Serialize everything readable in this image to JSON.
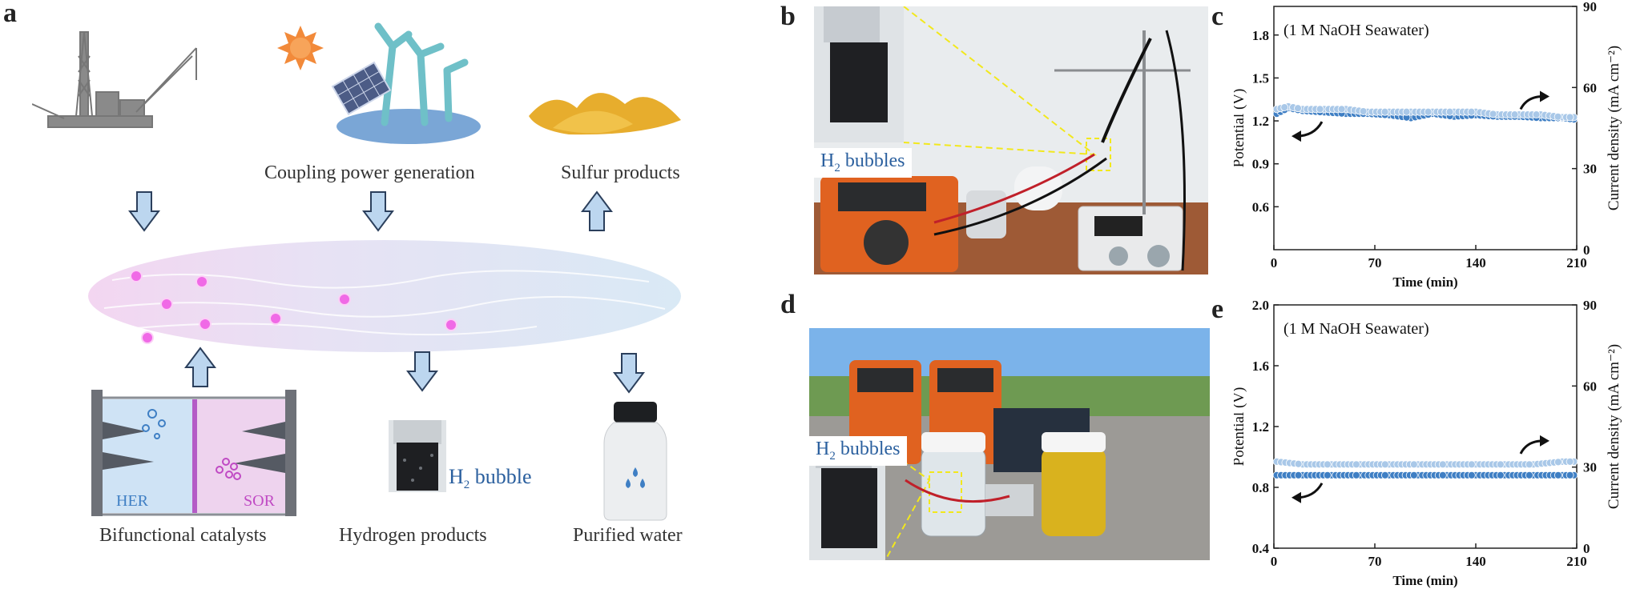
{
  "panels": {
    "a": {
      "letter": "a",
      "captions": {
        "coupling": "Coupling power generation",
        "sulfur": "Sulfur products",
        "bifunctional": "Bifunctional catalysts",
        "hydrogen": "Hydrogen products",
        "purified": "Purified water"
      },
      "electrode_labels": {
        "her": "HER",
        "sor": "SOR"
      },
      "h2_bubble": {
        "prefix": "H",
        "sub": "2",
        "suffix": " bubble"
      }
    },
    "b": {
      "letter": "b",
      "label": {
        "prefix": "H",
        "sub": "2",
        "suffix": " bubbles"
      }
    },
    "d": {
      "letter": "d",
      "label": {
        "prefix": "H",
        "sub": "2",
        "suffix": " bubbles"
      }
    },
    "c": {
      "letter": "c"
    },
    "e": {
      "letter": "e"
    }
  },
  "colors": {
    "potential_series": "#3f7fc4",
    "current_series": "#a9c8e8",
    "arrow_fill": "#bcd6ef",
    "arrow_stroke": "#2b3f5c",
    "bubble": "#f06ae6",
    "label_blue": "#2a5f9e"
  },
  "chart_data": [
    {
      "id": "c",
      "type": "scatter",
      "annotation": "(1 M NaOH Seawater)",
      "xlabel": "Time (min)",
      "ylabel": "Potential (V)",
      "y2label": "Current density (mA cm⁻²)",
      "xlim": [
        0,
        210
      ],
      "ylim": [
        0.3,
        2.0
      ],
      "y2lim": [
        0,
        90
      ],
      "xticks": [
        0,
        70,
        140,
        210
      ],
      "yticks": [
        0.6,
        0.9,
        1.2,
        1.5,
        1.8
      ],
      "y2ticks": [
        0,
        30,
        60,
        90
      ],
      "series": [
        {
          "axis": "left",
          "color": "#3f7fc4",
          "x": [
            2,
            10,
            20,
            35,
            50,
            65,
            80,
            95,
            110,
            125,
            140,
            155,
            170,
            185,
            200,
            208
          ],
          "y": [
            1.25,
            1.29,
            1.27,
            1.26,
            1.25,
            1.25,
            1.24,
            1.22,
            1.25,
            1.23,
            1.24,
            1.23,
            1.23,
            1.22,
            1.22,
            1.21
          ]
        },
        {
          "axis": "right",
          "color": "#a9c8e8",
          "x": [
            2,
            10,
            20,
            35,
            50,
            65,
            80,
            95,
            110,
            125,
            140,
            155,
            170,
            185,
            200,
            208
          ],
          "y": [
            52,
            53,
            52,
            52,
            52,
            51,
            51,
            51,
            51,
            51,
            51,
            50,
            50,
            50,
            49,
            49
          ]
        }
      ]
    },
    {
      "id": "e",
      "type": "scatter",
      "annotation": "(1 M NaOH Seawater)",
      "xlabel": "Time (min)",
      "ylabel": "Potential (V)",
      "y2label": "Current density (mA cm⁻²)",
      "xlim": [
        0,
        210
      ],
      "ylim": [
        0.4,
        2.0
      ],
      "y2lim": [
        0,
        90
      ],
      "xticks": [
        0,
        70,
        140,
        210
      ],
      "yticks": [
        0.4,
        0.8,
        1.2,
        1.6,
        2.0
      ],
      "y2ticks": [
        0,
        30,
        60,
        90
      ],
      "series": [
        {
          "axis": "left",
          "color": "#3f7fc4",
          "x": [
            2,
            20,
            40,
            60,
            80,
            100,
            120,
            140,
            160,
            180,
            200,
            208
          ],
          "y": [
            0.88,
            0.88,
            0.88,
            0.88,
            0.88,
            0.88,
            0.88,
            0.88,
            0.88,
            0.88,
            0.88,
            0.88
          ]
        },
        {
          "axis": "right",
          "color": "#a9c8e8",
          "x": [
            2,
            20,
            40,
            60,
            80,
            100,
            120,
            140,
            160,
            180,
            200,
            208
          ],
          "y": [
            32,
            31,
            31,
            31,
            31,
            31,
            31,
            31,
            31,
            31,
            32,
            32
          ]
        }
      ]
    }
  ]
}
